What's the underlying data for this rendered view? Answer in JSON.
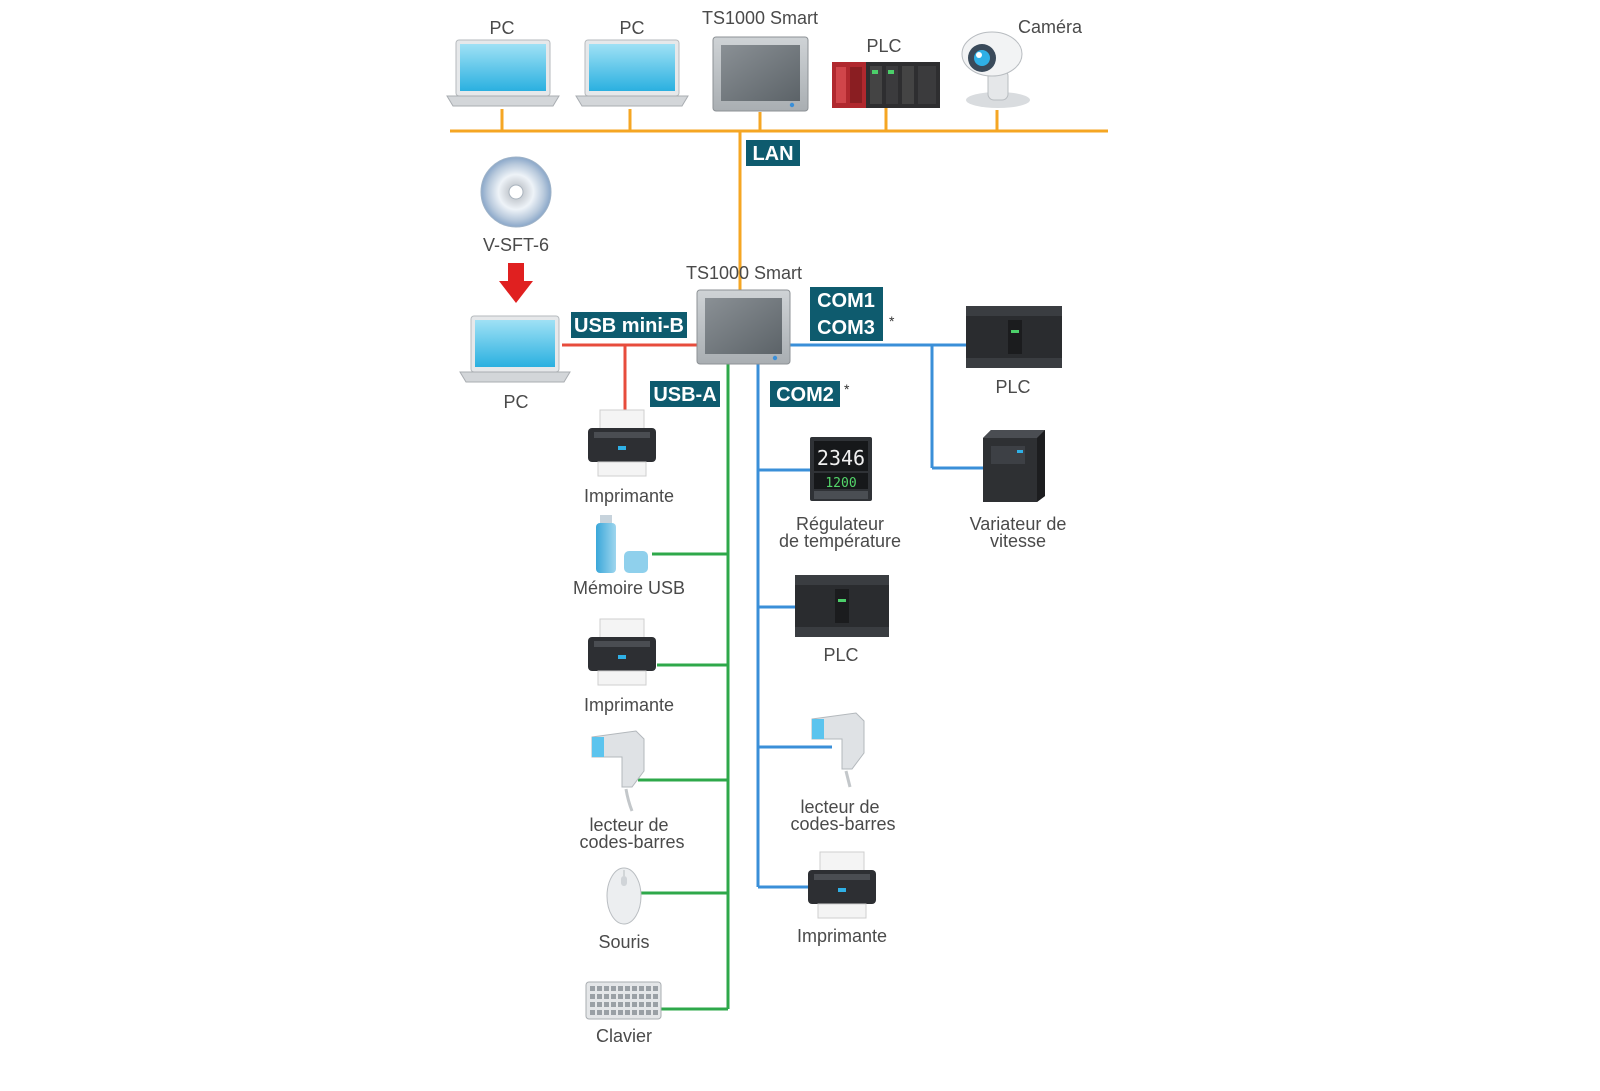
{
  "colors": {
    "lan": "#f5a623",
    "usb_mini": "#e74c3c",
    "usb_a": "#2ea84a",
    "com": "#3a8fd8",
    "tag_bg": "#0e5b6e",
    "arrow": "#e02020"
  },
  "top_row": {
    "pc1": "PC",
    "pc2": "PC",
    "ts_top": "TS1000 Smart",
    "plc": "PLC",
    "camera": "Caméra"
  },
  "tags": {
    "lan": "LAN",
    "usb_mini": "USB mini-B",
    "usb_a": "USB-A",
    "com1": "COM1",
    "com3": "COM3",
    "com2": "COM2",
    "star": "*"
  },
  "center": {
    "ts_main": "TS1000 Smart",
    "software": "V-SFT-6",
    "pc": "PC"
  },
  "usb_devices": {
    "printer1": "Imprimante",
    "usb_memory": "Mémoire USB",
    "printer2": "Imprimante",
    "barcode_l1": "lecteur de",
    "barcode_l2": "codes-barres",
    "mouse": "Souris",
    "keyboard": "Clavier"
  },
  "com2_devices": {
    "temp_l1": "Régulateur",
    "temp_l2": "de température",
    "plc": "PLC",
    "barcode_l1": "lecteur de",
    "barcode_l2": "codes-barres",
    "printer": "Imprimante"
  },
  "com1_devices": {
    "plc": "PLC",
    "inverter_l1": "Variateur de",
    "inverter_l2": "vitesse"
  },
  "temp_display": {
    "top": "2346",
    "bottom": "1200"
  }
}
